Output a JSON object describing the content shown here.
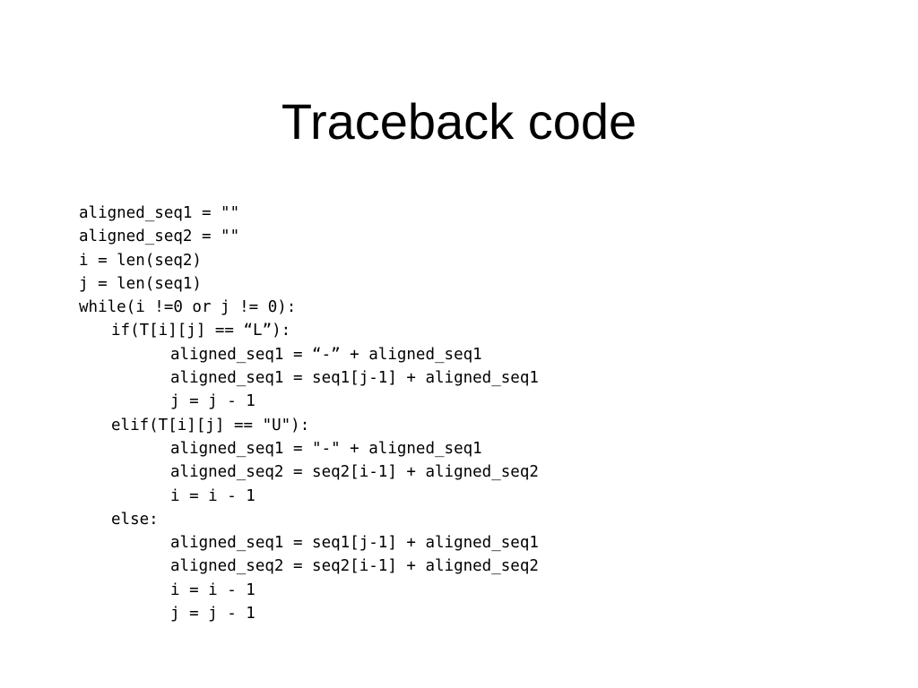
{
  "slide": {
    "title": "Traceback code",
    "code_lines": [
      {
        "indent": 0,
        "text": "aligned_seq1 = \"\""
      },
      {
        "indent": 0,
        "text": "aligned_seq2 = \"\""
      },
      {
        "indent": 0,
        "text": "i = len(seq2)"
      },
      {
        "indent": 0,
        "text": "j = len(seq1)"
      },
      {
        "indent": 0,
        "text": "while(i !=0 or j != 0):"
      },
      {
        "indent": 1,
        "text": "if(T[i][j] == “L”):"
      },
      {
        "indent": 2,
        "text": "aligned_seq1 = “-” + aligned_seq1"
      },
      {
        "indent": 2,
        "text": "aligned_seq1 = seq1[j-1] + aligned_seq1"
      },
      {
        "indent": 2,
        "text": "j = j - 1"
      },
      {
        "indent": 1,
        "text": "elif(T[i][j] == \"U\"):"
      },
      {
        "indent": 2,
        "text": "aligned_seq1 = \"-\" + aligned_seq1"
      },
      {
        "indent": 2,
        "text": "aligned_seq2 = seq2[i-1] + aligned_seq2"
      },
      {
        "indent": 2,
        "text": "i = i - 1"
      },
      {
        "indent": 1,
        "text": "else:"
      },
      {
        "indent": 2,
        "text": "aligned_seq1 = seq1[j-1] + aligned_seq1"
      },
      {
        "indent": 2,
        "text": "aligned_seq2 = seq2[i-1] + aligned_seq2"
      },
      {
        "indent": 2,
        "text": "i = i - 1"
      },
      {
        "indent": 2,
        "text": "j = j - 1"
      }
    ]
  }
}
